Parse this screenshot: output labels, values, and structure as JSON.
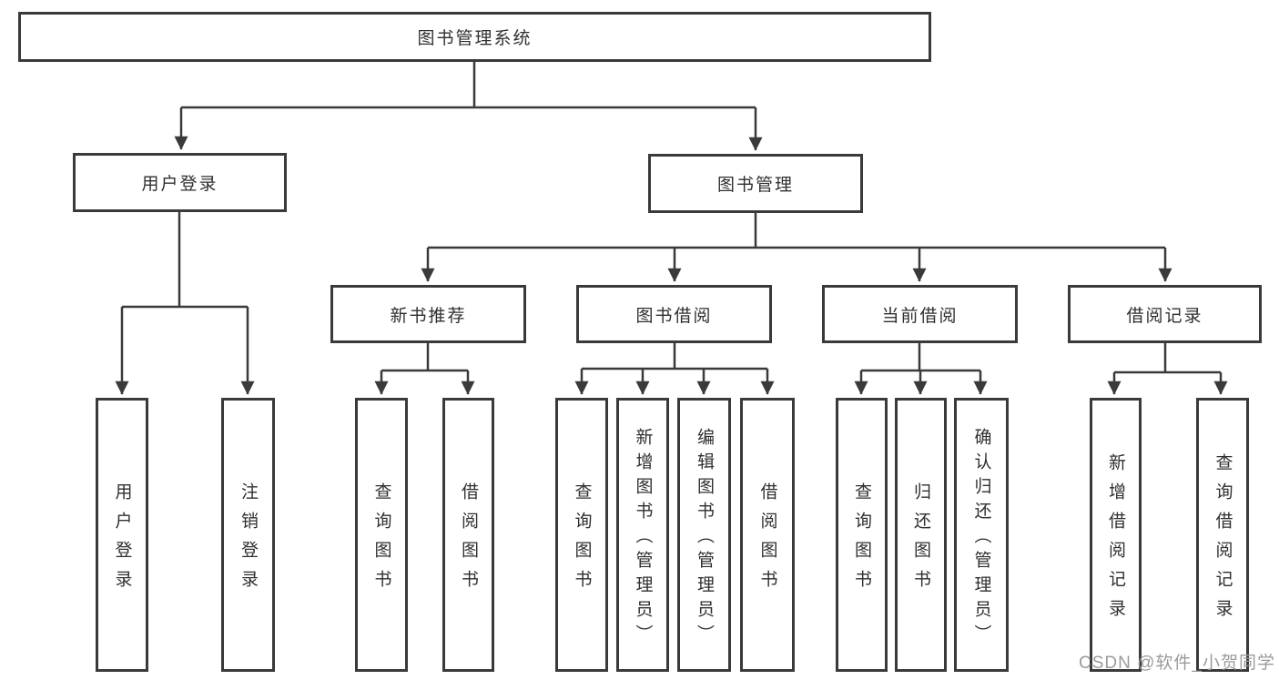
{
  "diagram": {
    "title": "图书管理系统",
    "root": {
      "label": "图书管理系统"
    },
    "level2": {
      "user_login": {
        "label": "用户登录"
      },
      "book_mgmt": {
        "label": "图书管理"
      }
    },
    "level3": {
      "new_book_rec": {
        "label": "新书推荐"
      },
      "book_borrow": {
        "label": "图书借阅"
      },
      "current_borrow": {
        "label": "当前借阅"
      },
      "borrow_record": {
        "label": "借阅记录"
      }
    },
    "leaves": {
      "login_leaf": {
        "label": "用户登录",
        "parent": "用户登录"
      },
      "logout_leaf": {
        "label": "注销登录",
        "parent": "用户登录"
      },
      "rec_query": {
        "label": "查询图书",
        "parent": "新书推荐"
      },
      "rec_borrow": {
        "label": "借阅图书",
        "parent": "新书推荐"
      },
      "bb_query": {
        "label": "查询图书",
        "parent": "图书借阅"
      },
      "bb_add": {
        "label": "新增图书（管理员）",
        "parent": "图书借阅"
      },
      "bb_edit": {
        "label": "编辑图书（管理员）",
        "parent": "图书借阅"
      },
      "bb_borrow": {
        "label": "借阅图书",
        "parent": "图书借阅"
      },
      "cb_query": {
        "label": "查询图书",
        "parent": "当前借阅"
      },
      "cb_return": {
        "label": "归还图书",
        "parent": "当前借阅"
      },
      "cb_confirm": {
        "label": "确认归还（管理员）",
        "parent": "当前借阅"
      },
      "br_add": {
        "label": "新增借阅记录",
        "parent": "借阅记录"
      },
      "br_query": {
        "label": "查询借阅记录",
        "parent": "借阅记录"
      }
    }
  },
  "watermark": {
    "text": "CSDN @软件_小贺同学"
  },
  "colors": {
    "line": "#3a3a3a",
    "text": "#2f2f2f",
    "watermark": "#9b9b9b",
    "background": "#ffffff"
  }
}
